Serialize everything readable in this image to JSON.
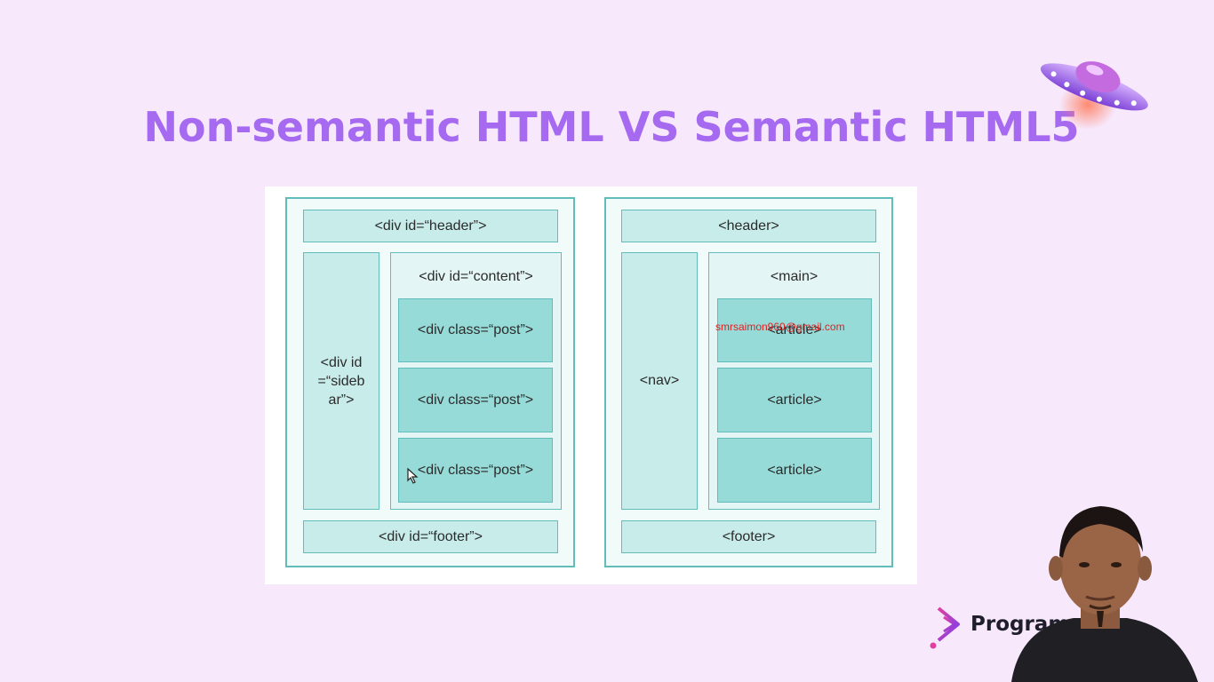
{
  "slide": {
    "title": "Non-semantic HTML VS Semantic HTML5"
  },
  "non_semantic": {
    "header": "<div id=“header”>",
    "sidebar": "<div id=“sidebar”>",
    "content": "<div id=“content”>",
    "posts": [
      "<div class=“post”>",
      "<div class=“post”>",
      "<div class=“post”>"
    ],
    "footer": "<div id=“footer”>"
  },
  "semantic": {
    "header": "<header>",
    "nav": "<nav>",
    "main": "<main>",
    "articles": [
      "<article>",
      "<article>",
      "<article>"
    ],
    "footer": "<footer>"
  },
  "overlay": {
    "email": "smrsaimon960@gmail.com"
  },
  "brand": {
    "name": "Programm"
  },
  "colors": {
    "background": "#f7e8fc",
    "title": "#a56af0",
    "teal_border": "#62bcb9",
    "teal_dark": "#96dbd8",
    "teal_light": "#c7ecea",
    "watermark": "#e02020"
  },
  "icons": [
    "ufo-icon",
    "cursor-icon",
    "brand-logo-icon"
  ]
}
